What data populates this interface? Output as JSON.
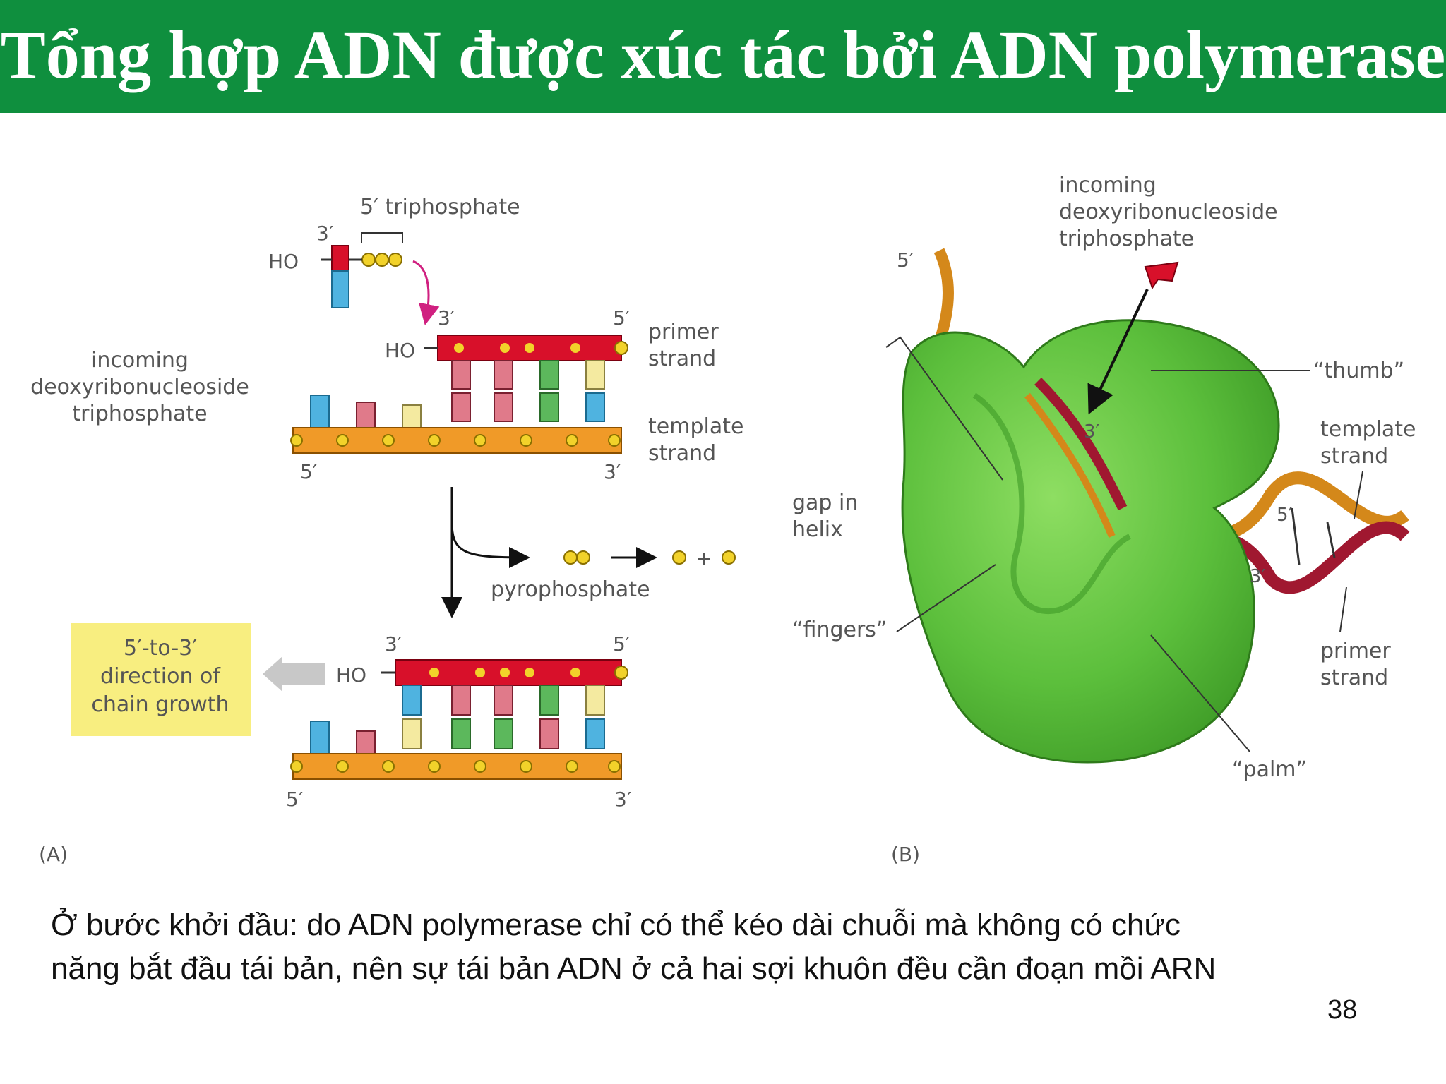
{
  "slide": {
    "title": "Tổng hợp ADN được xúc tác bởi ADN polymerase",
    "caption_line1": "Ở bước khởi đầu: do ADN polymerase   chỉ có thể kéo dài chuỗi mà không có chức",
    "caption_line2": "năng bắt đầu tái bản, nên sự tái bản ADN ở cả hai sợi khuôn đều cần đoạn mồi ARN",
    "page_number": "38"
  },
  "panel_a": {
    "panel_label": "(A)",
    "triphosphate_label": "5′ triphosphate",
    "prime3": "3′",
    "prime5": "5′",
    "ho": "HO",
    "incoming_line1": "incoming",
    "incoming_line2": "deoxyribonucleoside",
    "incoming_line3": "triphosphate",
    "primer_line1": "primer",
    "primer_line2": "strand",
    "template_line1": "template",
    "template_line2": "strand",
    "pyrophosphate": "pyrophosphate",
    "plus": "+",
    "direction_line1": "5′-to-3′",
    "direction_line2": "direction of",
    "direction_line3": "chain growth"
  },
  "panel_b": {
    "panel_label": "(B)",
    "incoming_line1": "incoming",
    "incoming_line2": "deoxyribonucleoside",
    "incoming_line3": "triphosphate",
    "thumb": "“thumb”",
    "template_line1": "template",
    "template_line2": "strand",
    "gap_line1": "gap in",
    "gap_line2": "helix",
    "fingers": "“fingers”",
    "primer_line1": "primer",
    "primer_line2": "strand",
    "palm": "“palm”",
    "prime3": "3′",
    "prime5": "5′"
  },
  "colors": {
    "header_green": "#0f8f3e",
    "primer_red": "#d8102a",
    "template_orange": "#f09a28",
    "phosphate_yellow": "#f2d22a",
    "base_blue": "#4fb3e0",
    "base_pink": "#e07a8a",
    "base_green": "#5cb85c",
    "base_lightyellow": "#f4eaa0",
    "protein_green": "#62c542",
    "arrow_magenta": "#d02080",
    "callout_yellow": "#f8ee80"
  }
}
